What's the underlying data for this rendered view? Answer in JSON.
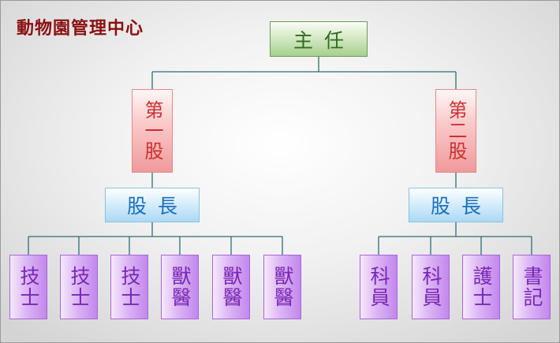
{
  "diagram_title": "動物園管理中心",
  "director": {
    "label": "主任"
  },
  "sections": [
    {
      "label": "第一股",
      "chief_label": "股長",
      "staff": [
        "技士",
        "技士",
        "技士",
        "獸醫",
        "獸醫",
        "獸醫"
      ]
    },
    {
      "label": "第二股",
      "chief_label": "股長",
      "staff": [
        "科員",
        "科員",
        "護士",
        "書記"
      ]
    }
  ],
  "colors": {
    "title": "#8b1010",
    "director": "#a8cf8f",
    "section": "#f09a9a",
    "chief": "#acd9f4",
    "staff": "#c287ee",
    "connector": "#2c6e74"
  }
}
